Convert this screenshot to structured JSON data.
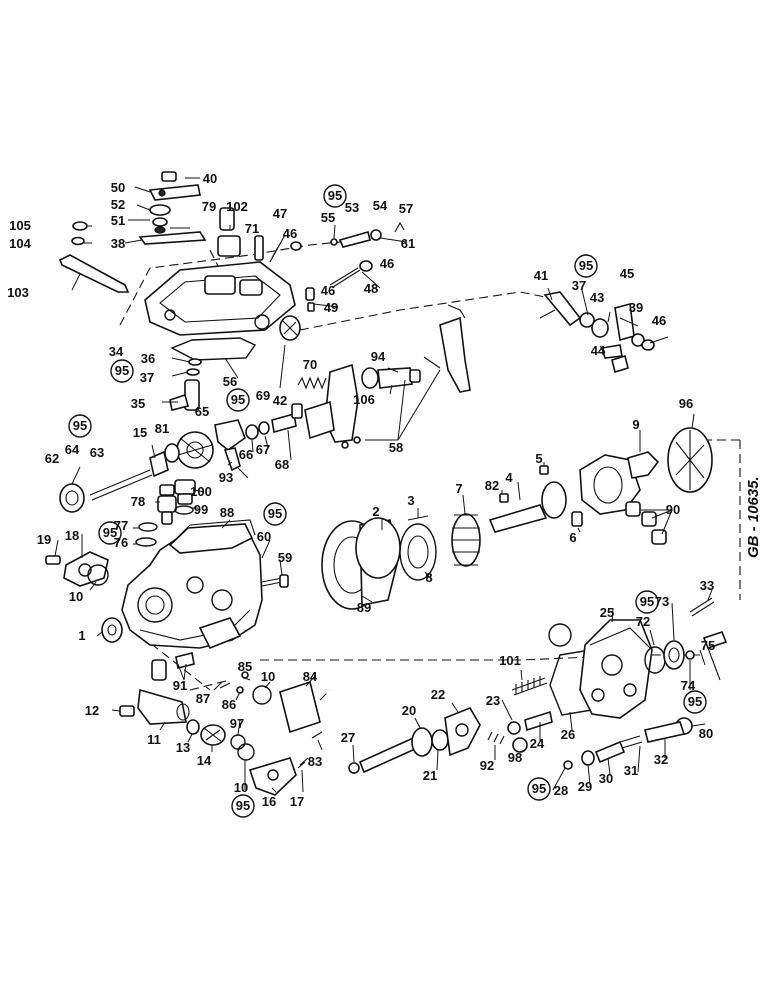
{
  "drawing_id": "GB - 10635.",
  "part_labels": [
    "1",
    "2",
    "3",
    "4",
    "5",
    "6",
    "7",
    "8",
    "9",
    "10",
    "11",
    "12",
    "13",
    "14",
    "15",
    "16",
    "17",
    "18",
    "19",
    "20",
    "21",
    "22",
    "23",
    "24",
    "25",
    "26",
    "27",
    "28",
    "29",
    "30",
    "31",
    "32",
    "33",
    "34",
    "35",
    "36",
    "37",
    "38",
    "39",
    "40",
    "41",
    "42",
    "43",
    "44",
    "45",
    "46",
    "47",
    "48",
    "49",
    "50",
    "51",
    "52",
    "53",
    "54",
    "55",
    "56",
    "57",
    "58",
    "59",
    "60",
    "61",
    "62",
    "63",
    "64",
    "65",
    "66",
    "67",
    "68",
    "69",
    "70",
    "71",
    "72",
    "73",
    "74",
    "75",
    "76",
    "77",
    "78",
    "79",
    "80",
    "81",
    "82",
    "83",
    "84",
    "85",
    "86",
    "87",
    "88",
    "89",
    "90",
    "91",
    "92",
    "93",
    "94",
    "95",
    "96",
    "97",
    "98",
    "99",
    "100",
    "101",
    "102",
    "103",
    "104",
    "105",
    "106"
  ],
  "circled_label": "95"
}
